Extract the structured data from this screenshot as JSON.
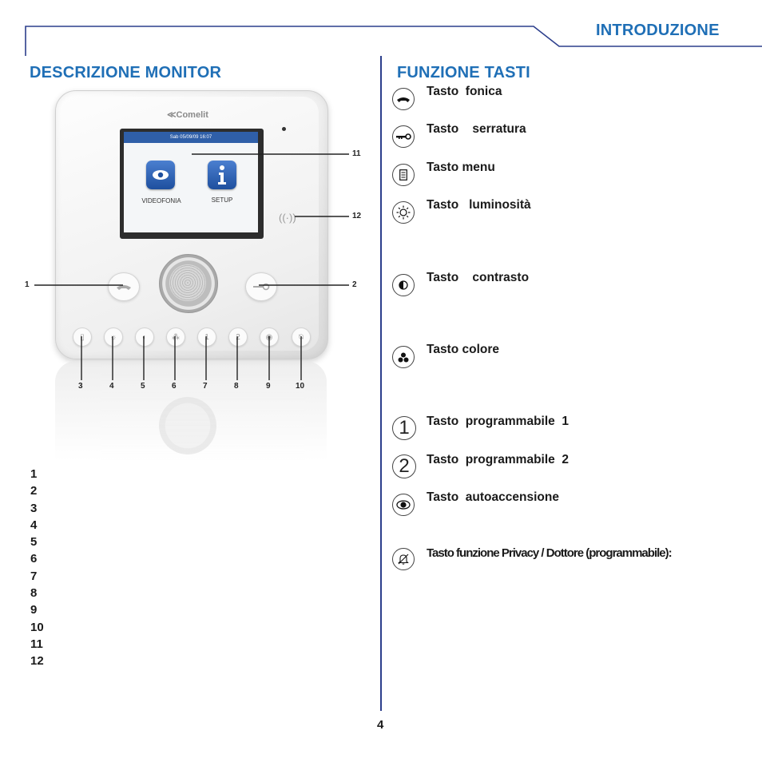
{
  "header": {
    "section_title": "INTRODUZIONE"
  },
  "left": {
    "title": "DESCRIZIONE MONITOR",
    "device": {
      "brand": "Comelit",
      "screen_status": "Sab 05/09/09 16:07",
      "app_videofonia": "VIDEOFONIA",
      "app_setup": "SETUP"
    },
    "callouts": [
      "1",
      "2",
      "3",
      "4",
      "5",
      "6",
      "7",
      "8",
      "9",
      "10",
      "11",
      "12"
    ],
    "number_list": [
      "1",
      "2",
      "3",
      "4",
      "5",
      "6",
      "7",
      "8",
      "9",
      "10",
      "11",
      "12"
    ]
  },
  "right": {
    "title": "FUNZIONE TASTI",
    "keys": [
      {
        "icon": "handset-icon",
        "label": "Tasto  fonica"
      },
      {
        "icon": "key-icon",
        "label": "Tasto    serratura"
      },
      {
        "icon": "menu-icon",
        "label": "Tasto menu"
      },
      {
        "icon": "sun-icon",
        "label": "Tasto   luminosità"
      },
      {
        "icon": "contrast-icon",
        "label": "Tasto    contrasto"
      },
      {
        "icon": "color-icon",
        "label": "Tasto colore"
      },
      {
        "icon": "digit-1-icon",
        "label": "Tasto  programmabile  1",
        "glyph": "1"
      },
      {
        "icon": "digit-2-icon",
        "label": "Tasto  programmabile  2",
        "glyph": "2"
      },
      {
        "icon": "eye-icon",
        "label": "Tasto  autoaccensione"
      },
      {
        "icon": "bell-muted-icon",
        "label": "Tasto funzione Privacy / Dottore (programmabile):"
      }
    ]
  },
  "footer": {
    "page_number": "4"
  },
  "colors": {
    "accent": "#1f6fb6",
    "rule": "#2c3e8c"
  }
}
